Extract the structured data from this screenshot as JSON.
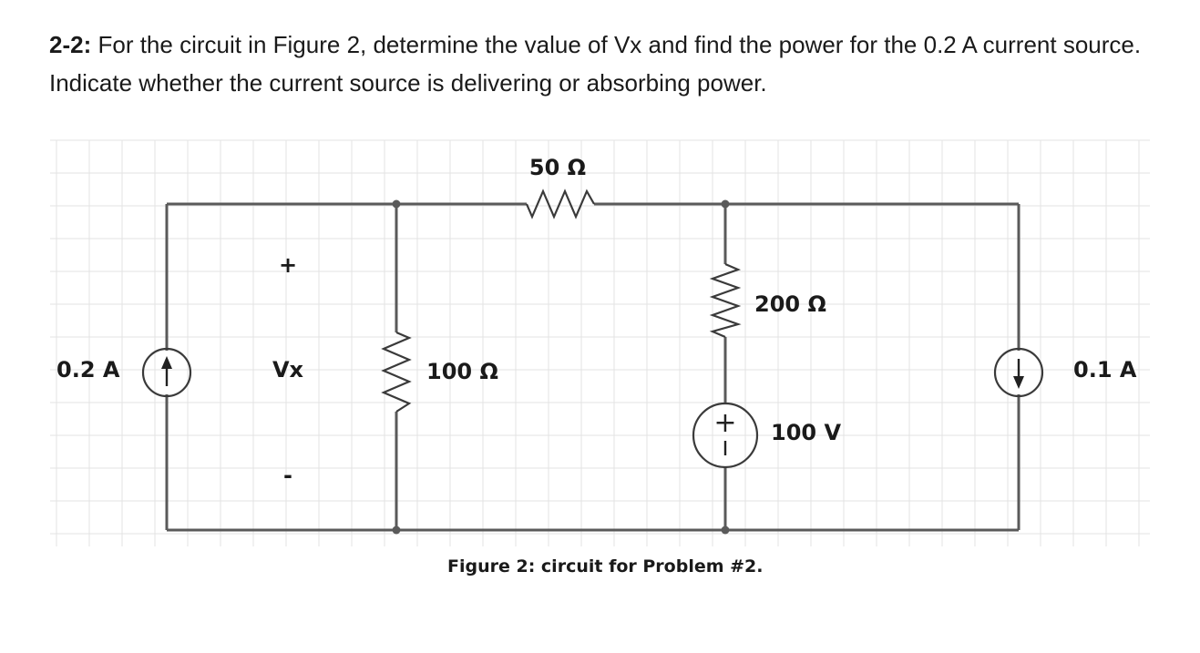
{
  "problem": {
    "number": "2-2:",
    "text": " For the circuit in Figure 2, determine the value of Vx and find the power for the 0.2 A current source. Indicate whether the current source is delivering or absorbing power."
  },
  "circuit": {
    "source_left_label": "0.2 A",
    "vx_plus": "+",
    "vx_label": "Vx",
    "vx_minus": "-",
    "r_top_label": "50 Ω",
    "r_left_label": "100 Ω",
    "r_right_label": "200 Ω",
    "vsource_label": "100 V",
    "vsource_plus": "+",
    "source_right_label": "0.1 A",
    "caption": "Figure 2: circuit for Problem #2."
  }
}
